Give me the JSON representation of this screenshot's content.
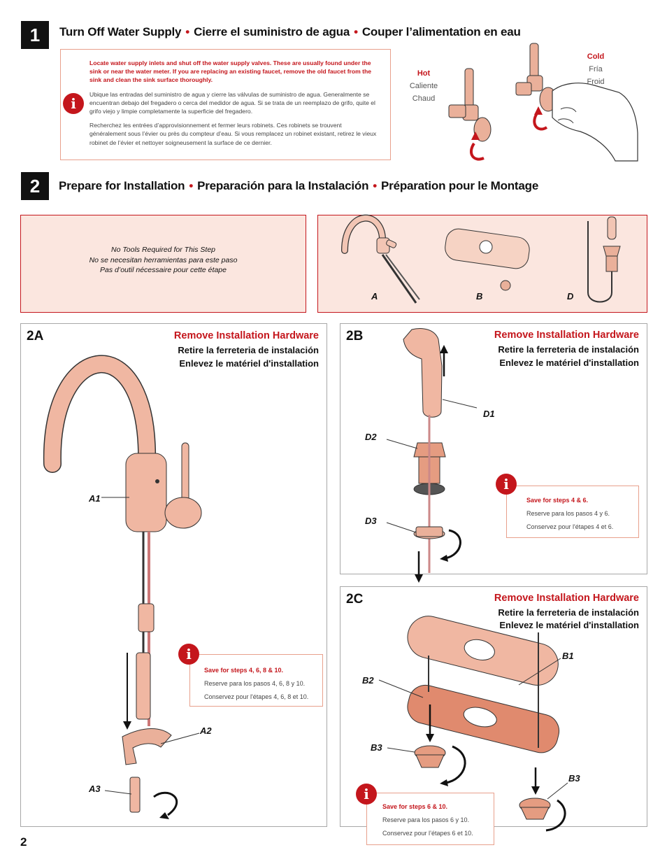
{
  "step1": {
    "number": "1",
    "title_en": "Turn Off Water Supply",
    "title_es": "Cierre el suministro de agua",
    "title_fr": "Couper l’alimentation en eau",
    "info_en": "Locate water supply inlets and shut off the water supply valves. These are usually found under the sink or near the water meter.  If you are replacing an existing faucet, remove the old faucet from the sink and clean the sink surface thoroughly.",
    "info_es": "Ubique las entradas del suministro de agua y cierre las válvulas de suministro de agua. Generalmente se encuentran debajo del fregadero o cerca del medidor de agua. Si se trata de un reemplazo de grifo, quite el grifo viejo y limpie completamente la superficie del fregadero.",
    "info_fr": "Recherchez les entrées d’approvisionnement et fermer leurs robinets. Ces robinets se trouvent généralement sous l’évier ou près du compteur d’eau. Si vous remplacez un robinet existant, retirez le vieux robinet de l’évier et nettoyer soigneusement la surface de  ce dernier.",
    "hot_en": "Hot",
    "hot_es": "Caliente",
    "hot_fr": "Chaud",
    "cold_en": "Cold",
    "cold_es": "Fría",
    "cold_fr": "Froid"
  },
  "step2": {
    "number": "2",
    "title_en": "Prepare for Installation",
    "title_es": "Preparación para la Instalación",
    "title_fr": "Préparation pour le Montage",
    "tools_en": "No Tools Required for This Step",
    "tools_es": "No se necesitan herramientas para este paso",
    "tools_fr": "Pas d’outil nécessaire pour cette étape",
    "parts": [
      "A",
      "B",
      "D"
    ]
  },
  "panel2A": {
    "id": "2A",
    "heading_en": "Remove Installation Hardware",
    "heading_es": "Retire la ferreteria de instalación",
    "heading_fr": "Enlevez le matériel d'installation",
    "callouts": [
      "A1",
      "A2",
      "A3"
    ],
    "note_en": "Save for steps 4, 6, 8 & 10.",
    "note_es": "Reserve para los pasos 4, 6, 8 y 10.",
    "note_fr": "Conservez pour l'étapes 4, 6, 8 et 10."
  },
  "panel2B": {
    "id": "2B",
    "heading_en": "Remove Installation Hardware",
    "heading_es": "Retire la ferreteria de instalación",
    "heading_fr": "Enlevez le matériel d'installation",
    "callouts": [
      "D1",
      "D2",
      "D3"
    ],
    "note_en": "Save for steps 4 & 6.",
    "note_es": "Reserve para los pasos 4 y 6.",
    "note_fr": "Conservez pour l'étapes 4 et 6."
  },
  "panel2C": {
    "id": "2C",
    "heading_en": "Remove Installation Hardware",
    "heading_es": "Retire la ferreteria de instalación",
    "heading_fr": "Enlevez le matériel d'installation",
    "callouts": [
      "B1",
      "B2",
      "B3",
      "B3"
    ],
    "note_en": "Save for steps 6 & 10.",
    "note_es": "Reserve para los pasos 6 y 10.",
    "note_fr": "Conservez pour l’étapes 6 et 10."
  },
  "page_number": "2",
  "colors": {
    "accent": "#c4161c",
    "copper": "#e9a58c",
    "box_fill": "#fbe6df",
    "box_border": "#c4161c"
  }
}
